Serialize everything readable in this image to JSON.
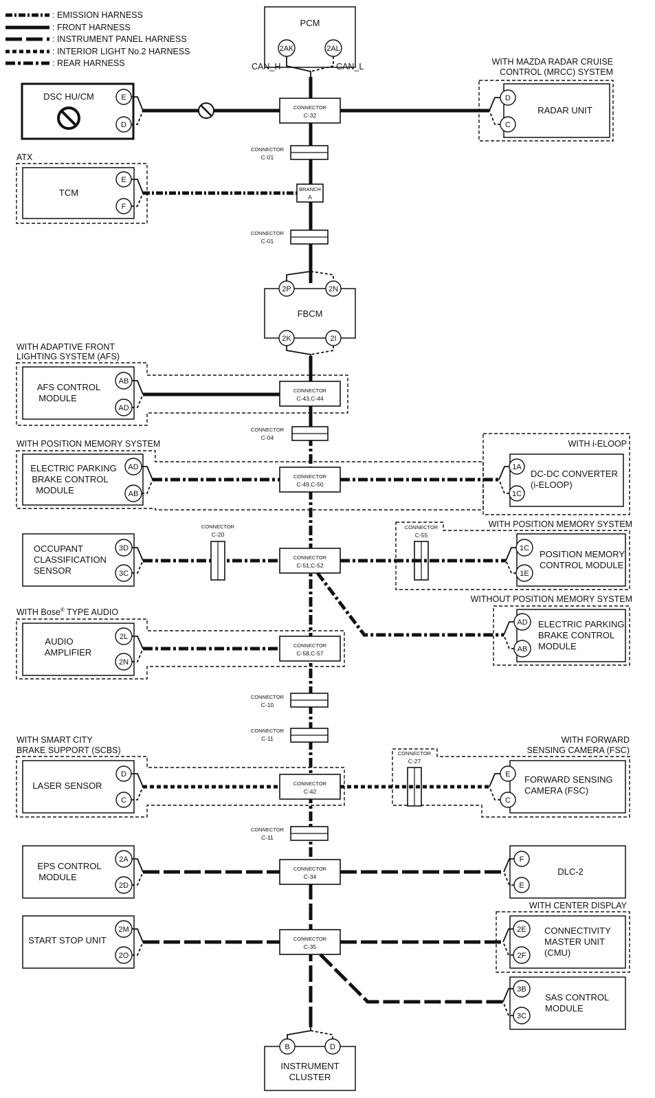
{
  "legend": {
    "emission": ": EMISSION HARNESS",
    "front": ": FRONT HARNESS",
    "instrument": ": INSTRUMENT PANEL HARNESS",
    "interior": ": INTERIOR LIGHT No.2 HARNESS",
    "rear": ": REAR HARNESS"
  },
  "modules": {
    "pcm": {
      "name": "PCM",
      "pin_h": "2AK",
      "pin_l": "2AL",
      "can_h": "CAN_H",
      "can_l": "CAN_L"
    },
    "dsc": {
      "name": "DSC HU/CM",
      "pin1": "E",
      "pin2": "D"
    },
    "radar": {
      "cond1": "WITH MAZDA RADAR CRUISE",
      "cond2": "CONTROL (MRCC) SYSTEM",
      "name": "RADAR UNIT",
      "pin1": "D",
      "pin2": "C"
    },
    "tcm": {
      "cond": "ATX",
      "name": "TCM",
      "pin1": "E",
      "pin2": "F"
    },
    "fbcm": {
      "name": "FBCM",
      "pin1": "2P",
      "pin2": "2N",
      "pin3": "2K",
      "pin4": "2I"
    },
    "afs": {
      "cond1": "WITH ADAPTIVE FRONT",
      "cond2": "LIGHTING SYSTEM (AFS)",
      "name1": "AFS CONTROL",
      "name2": "MODULE",
      "pin1": "AB",
      "pin2": "AD"
    },
    "epb1": {
      "cond": "WITH POSITION MEMORY SYSTEM",
      "name1": "ELECTRIC PARKING",
      "name2": "BRAKE CONTROL",
      "name3": "MODULE",
      "pin1": "AD",
      "pin2": "AB"
    },
    "dcdc": {
      "cond": "WITH i-ELOOP",
      "name1": "DC-DC CONVERTER",
      "name2": "(i-ELOOP)",
      "pin1": "1A",
      "pin2": "1C"
    },
    "ocs": {
      "name1": "OCCUPANT",
      "name2": "CLASSIFICATION",
      "name3": "SENSOR",
      "pin1": "3D",
      "pin2": "3C"
    },
    "pmcm": {
      "cond": "WITH POSITION MEMORY SYSTEM",
      "name1": "POSITION MEMORY",
      "name2": "CONTROL MODULE",
      "pin1": "1C",
      "pin2": "1E"
    },
    "epb2": {
      "cond": "WITHOUT POSITION MEMORY SYSTEM",
      "name1": "ELECTRIC PARKING",
      "name2": "BRAKE CONTROL",
      "name3": "MODULE",
      "pin1": "AD",
      "pin2": "AB"
    },
    "amp": {
      "cond_a": "WITH Bose",
      "cond_sup": "®",
      "cond_b": " TYPE AUDIO",
      "name1": "AUDIO",
      "name2": "AMPLIFIER",
      "pin1": "2L",
      "pin2": "2N"
    },
    "laser": {
      "cond1": "WITH SMART CITY",
      "cond2": "BRAKE SUPPORT (SCBS)",
      "name": "LASER SENSOR",
      "pin1": "D",
      "pin2": "C"
    },
    "fsc": {
      "cond1": "WITH FORWARD",
      "cond2": "SENSING CAMERA (FSC)",
      "name1": "FORWARD SENSING",
      "name2": "CAMERA (FSC)",
      "pin1": "E",
      "pin2": "C"
    },
    "eps": {
      "name1": "EPS CONTROL",
      "name2": "MODULE",
      "pin1": "2A",
      "pin2": "2D"
    },
    "dlc": {
      "name": "DLC-2",
      "pin1": "F",
      "pin2": "E"
    },
    "ssu": {
      "name": "START STOP UNIT",
      "pin1": "2M",
      "pin2": "2O"
    },
    "cmu": {
      "cond": "WITH CENTER DISPLAY",
      "name1": "CONNECTIVITY",
      "name2": "MASTER UNIT",
      "name3": "(CMU)",
      "pin1": "2E",
      "pin2": "2F"
    },
    "sas": {
      "name1": "SAS CONTROL",
      "name2": "MODULE",
      "pin1": "3B",
      "pin2": "3C"
    },
    "ic": {
      "name1": "INSTRUMENT",
      "name2": "CLUSTER",
      "pin1": "B",
      "pin2": "D"
    }
  },
  "connectors": {
    "word": "CONNECTOR",
    "branch_word": "BRANCH",
    "branch_id": "A",
    "c32": "C-32",
    "c01": "C-01",
    "c43": "C-43,C-44",
    "c04": "C-04",
    "c49": "C-49,C-50",
    "c20": "C-20",
    "c55": "C-55",
    "c51": "C-51,C-52",
    "c58": "C-58,C-57",
    "c10": "C-10",
    "c11": "C-11",
    "c27": "C-27",
    "c42": "C-42",
    "c34": "C-34",
    "c35": "C-35"
  }
}
